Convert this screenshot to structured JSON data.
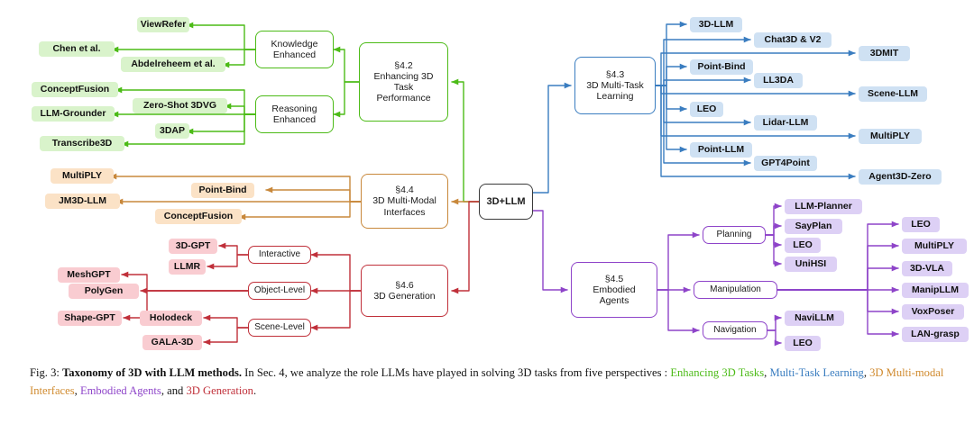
{
  "figure": {
    "root": {
      "label": "3D+LLM",
      "color": "#3a3a3a"
    },
    "branches": [
      {
        "key": "enhancing",
        "color": "#4cbb17",
        "leaf_fill": "#d9f3cb",
        "section": {
          "label": "§4.2\nEnhancing 3D\nTask\nPerformance"
        },
        "groups": [
          {
            "label": "Knowledge\nEnhanced",
            "leaves": [
              "ViewRefer",
              "Chen et al.",
              "Abdelreheem et al."
            ]
          },
          {
            "label": "Reasoning\nEnhanced",
            "leaves": [
              "ConceptFusion",
              "Zero-Shot 3DVG",
              "LLM-Grounder",
              "3DAP",
              "Transcribe3D"
            ]
          }
        ]
      },
      {
        "key": "multimodal",
        "color": "#c8883b",
        "leaf_fill": "#fbe2c6",
        "section": {
          "label": "§4.4\n3D Multi-Modal\nInterfaces"
        },
        "groups": [
          {
            "label": "",
            "leaves": [
              "MultiPLY",
              "Point-Bind",
              "JM3D-LLM",
              "ConceptFusion"
            ]
          }
        ]
      },
      {
        "key": "generation",
        "color": "#c0303a",
        "leaf_fill": "#f9ccd1",
        "section": {
          "label": "§4.6\n3D Generation"
        },
        "groups": [
          {
            "label": "Interactive",
            "leaves": [
              "3D-GPT",
              "LLMR"
            ]
          },
          {
            "label": "Object-Level",
            "leaves": [
              "MeshGPT",
              "PolyGen",
              "Shape-GPT"
            ]
          },
          {
            "label": "Scene-Level",
            "leaves": [
              "Holodeck",
              "GALA-3D"
            ]
          }
        ]
      },
      {
        "key": "multitask",
        "color": "#3a7dc0",
        "leaf_fill": "#cfe1f3",
        "section": {
          "label": "§4.3\n3D Multi-Task\nLearning"
        },
        "groups": [
          {
            "label": "",
            "leaves": [
              "3D-LLM",
              "Chat3D & V2",
              "3DMIT",
              "Point-Bind",
              "LL3DA",
              "Scene-LLM",
              "LEO",
              "Lidar-LLM",
              "MultiPLY",
              "Point-LLM",
              "GPT4Point",
              "Agent3D-Zero"
            ]
          }
        ]
      },
      {
        "key": "embodied",
        "color": "#8e44c9",
        "leaf_fill": "#ddd0f5",
        "section": {
          "label": "§4.5\nEmbodied\nAgents"
        },
        "groups": [
          {
            "label": "Planning",
            "leaves": [
              "LLM-Planner",
              "SayPlan",
              "LEO",
              "UniHSI"
            ]
          },
          {
            "label": "Manipulation",
            "leaves": [
              "LEO",
              "MultiPLY",
              "3D-VLA",
              "ManipLLM",
              "VoxPoser",
              "LAN-grasp"
            ]
          },
          {
            "label": "Navigation",
            "leaves": [
              "NaviLLM",
              "LEO"
            ]
          }
        ]
      }
    ],
    "nodes": {
      "root": "3D+LLM",
      "sec42": "§4.2\nEnhancing 3D\nTask\nPerformance",
      "sec43": "§4.3\n3D Multi-Task\nLearning",
      "sec44": "§4.4\n3D Multi-Modal\nInterfaces",
      "sec45": "§4.5\nEmbodied\nAgents",
      "sec46": "§4.6\n3D Generation",
      "knowledge": "Knowledge\nEnhanced",
      "reasoning": "Reasoning\nEnhanced",
      "interactive": "Interactive",
      "objectlevel": "Object-Level",
      "scenelevel": "Scene-Level",
      "planning": "Planning",
      "manipulation": "Manipulation",
      "navigation": "Navigation"
    },
    "leaves": {
      "viewrefer": "ViewRefer",
      "chenetal": "Chen et al.",
      "abdelreheem": "Abdelreheem et al.",
      "conceptfusion_g": "ConceptFusion",
      "zeroshot3dvg": "Zero-Shot 3DVG",
      "llmgrounder": "LLM-Grounder",
      "dap3": "3DAP",
      "transcribe3d": "Transcribe3D",
      "multiply_o": "MultiPLY",
      "pointbind_o": "Point-Bind",
      "jm3dllm": "JM3D-LLM",
      "conceptfusion_o": "ConceptFusion",
      "gpt3d": "3D-GPT",
      "llmr": "LLMR",
      "meshgpt": "MeshGPT",
      "polygen": "PolyGen",
      "shapegpt": "Shape-GPT",
      "holodeck": "Holodeck",
      "gala3d": "GALA-3D",
      "llm3d": "3D-LLM",
      "chat3d": "Chat3D & V2",
      "dmit3": "3DMIT",
      "pointbind_b": "Point-Bind",
      "ll3da": "LL3DA",
      "scenellm": "Scene-LLM",
      "leo_b": "LEO",
      "lidarllm": "Lidar-LLM",
      "multiply_b": "MultiPLY",
      "pointllm": "Point-LLM",
      "gpt4point": "GPT4Point",
      "agent3dzero": "Agent3D-Zero",
      "llmplanner": "LLM-Planner",
      "sayplan": "SayPlan",
      "leo_p1": "LEO",
      "unihsi": "UniHSI",
      "leo_p2": "LEO",
      "multiply_p": "MultiPLY",
      "vla3d": "3D-VLA",
      "manipllm": "ManipLLM",
      "voxposer": "VoxPoser",
      "langrasp": "LAN-grasp",
      "navillm": "NaviLLM",
      "leo_p3": "LEO"
    }
  },
  "caption": {
    "figure_number": "Fig. 3:",
    "title": "Taxonomy of 3D with LLM methods.",
    "body_1": " In Sec. 4, we analyze the role LLMs have played in solving 3D tasks from five perspectives : ",
    "term_green": "Enhancing 3D Tasks",
    "sep_1": ", ",
    "term_blue": "Multi-Task Learning",
    "sep_2": ", ",
    "term_orange": "3D Multi-modal Interfaces",
    "sep_3": ", ",
    "term_purple": "Embodied Agents",
    "sep_4": ", and ",
    "term_red": "3D Generation",
    "end": "."
  }
}
